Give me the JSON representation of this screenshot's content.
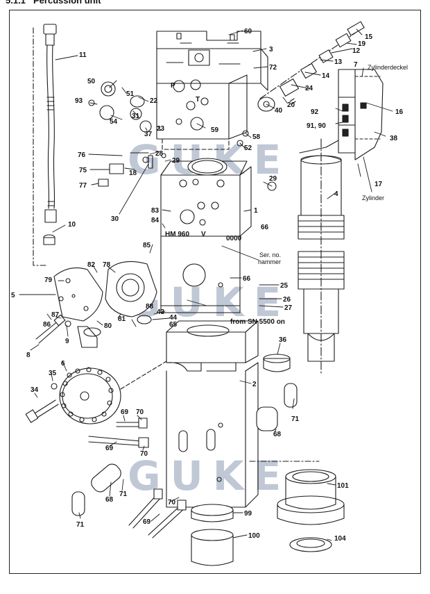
{
  "heading": {
    "number": "5.1.1",
    "title": "Percussion unit"
  },
  "watermark": "GUKE",
  "watermark_color": "#8c9bb5",
  "annotations": {
    "zylinderdeckel": "Zylinderdeckel",
    "zylinder": "Zylinder",
    "model": "HM 960",
    "model_variant": "V",
    "serial_zeros": "0000",
    "serial_label_1": "Ser. no.",
    "serial_label_2": "hammer",
    "from_sn": "from SN 5500 on",
    "port_p": "P",
    "port_t": "T"
  },
  "part_numbers": {
    "p60": "60",
    "p3": "3",
    "p72": "72",
    "p11": "11",
    "p15": "15",
    "p19": "19",
    "p12": "12",
    "p13": "13",
    "p14": "14",
    "p24": "24",
    "p20": "20",
    "p40": "40",
    "p50": "50",
    "p51": "51",
    "p22": "22",
    "p93": "93",
    "p31": "31",
    "p54": "54",
    "p37": "37",
    "p23": "23",
    "p59": "59",
    "p58": "58",
    "p52": "52",
    "p7": "7",
    "p16": "16",
    "p92": "92",
    "p9190": "91, 90",
    "p38": "38",
    "p76": "76",
    "p28": "28",
    "p29a": "29",
    "p75": "75",
    "p18": "18",
    "p77": "77",
    "p30": "30",
    "p29b": "29",
    "p17": "17",
    "p4": "4",
    "p1": "1",
    "p83": "83",
    "p84": "84",
    "p66a": "66",
    "p10": "10",
    "p85": "85",
    "p82": "82",
    "p78": "78",
    "p79": "79",
    "p66b": "66",
    "p5": "5",
    "p25": "25",
    "p26": "26",
    "p27": "27",
    "p88": "88",
    "p43": "43",
    "p44": "44",
    "p65": "65",
    "p86": "86",
    "p87": "87",
    "p80": "80",
    "p81": "81",
    "p9": "9",
    "p8": "8",
    "p36": "36",
    "p6": "6",
    "p35": "35",
    "p2": "2",
    "p34": "34",
    "p71a": "71",
    "p69a": "69",
    "p70a": "70",
    "p68a": "68",
    "p69b": "69",
    "p70b": "70",
    "p101": "101",
    "p68b": "68",
    "p71b": "71",
    "p71c": "71",
    "p70c": "70",
    "p69c": "69",
    "p99": "99",
    "p100": "100",
    "p104": "104"
  }
}
